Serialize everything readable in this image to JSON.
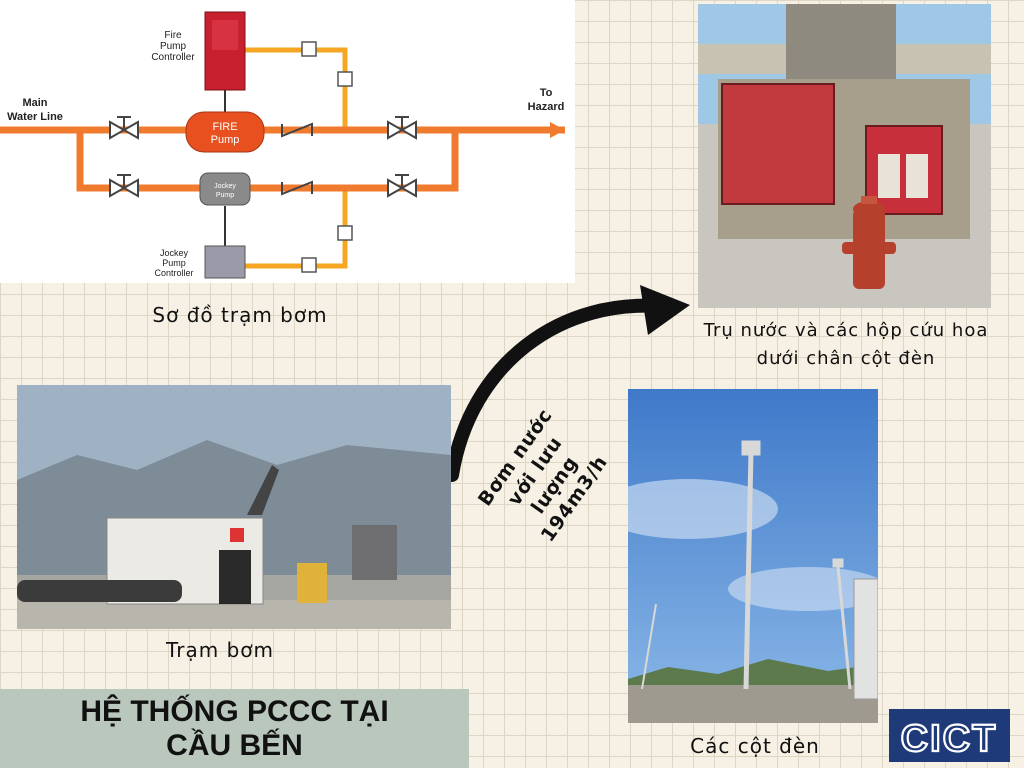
{
  "diagram": {
    "fire_pump_controller": [
      "Fire",
      "Pump",
      "Controller"
    ],
    "main_water_line": [
      "Main",
      "Water Line"
    ],
    "to_hazard": [
      "To",
      "Hazard"
    ],
    "fire_pump": [
      "FIRE",
      "Pump"
    ],
    "jockey_pump": [
      "Jockey",
      "Pump"
    ],
    "jockey_pump_controller": [
      "Jockey",
      "Pump",
      "Controller"
    ]
  },
  "captions": {
    "diagram": "Sơ đồ trạm bơm",
    "hydrant_line1": "Trụ nước và các hộp cứu hoa",
    "hydrant_line2": "dưới chân cột đèn",
    "station": "Trạm bơm",
    "poles": "Các cột đèn"
  },
  "flow_text": [
    "Bơm nước",
    "với lưu",
    "lượng",
    "194m3/h"
  ],
  "title": [
    "HỆ THỐNG PCCC TẠI",
    "CẦU BẾN"
  ],
  "logo_text": "CICT",
  "colors": {
    "background": "#f6f1e4",
    "grid": "#ddd6c4",
    "pipe": "#f07a2e",
    "pipe_yellow": "#f5a623",
    "fire_pump": "#e8501f",
    "controller_red": "#c8202e",
    "title_box": "#b9c7bd",
    "logo_bg": "#1e3a78"
  }
}
